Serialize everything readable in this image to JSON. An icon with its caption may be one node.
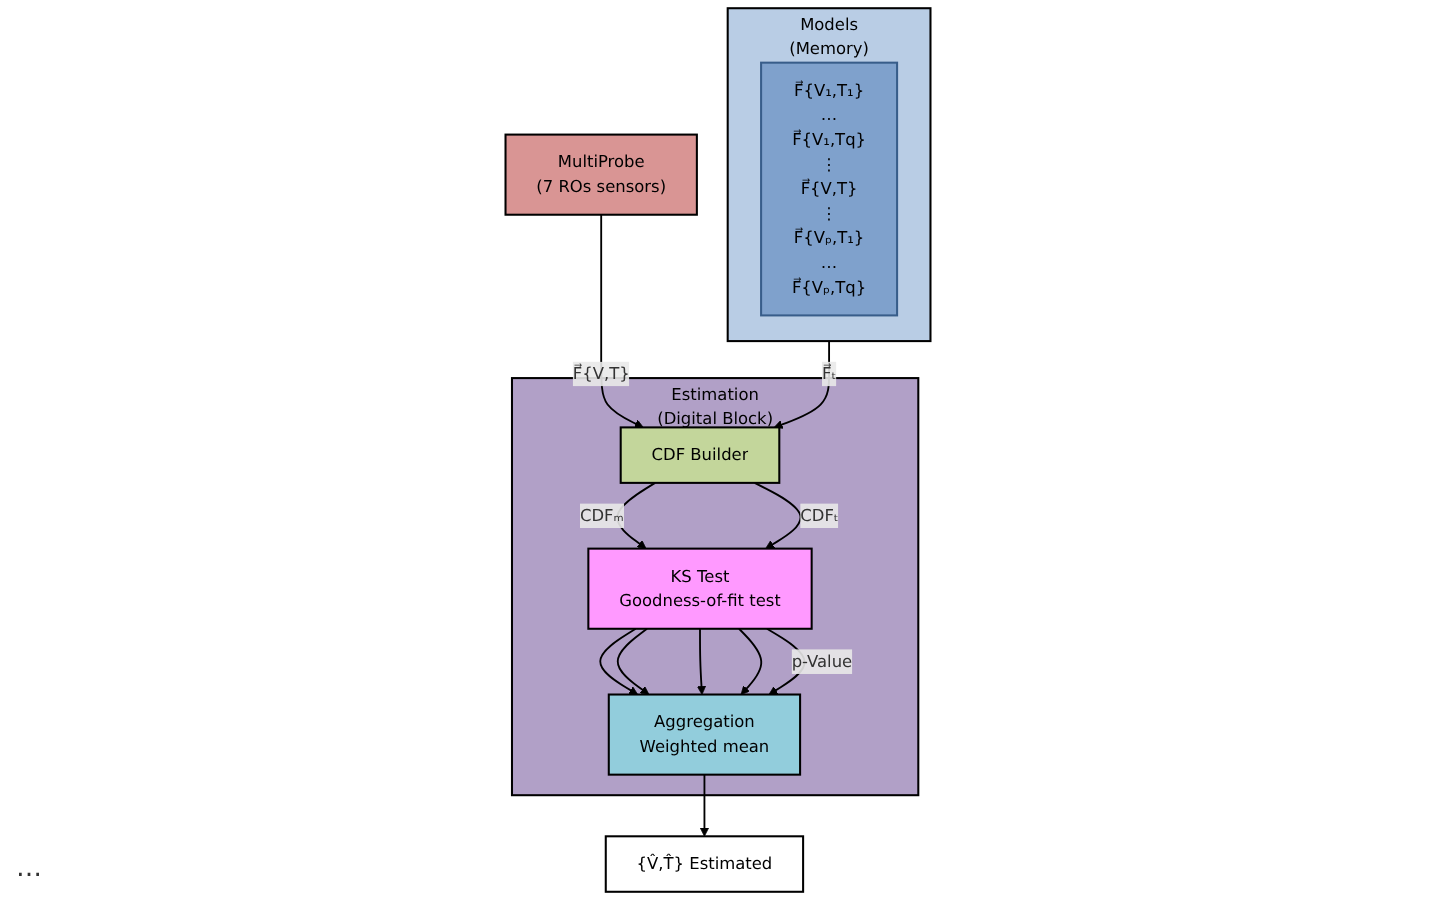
{
  "diagram": {
    "nodes": [
      {
        "text": [
          "Models",
          "(Memory)"
        ]
      },
      {
        "text": [
          "F⃗{V₁,T₁}",
          "…",
          "F⃗{V₁,Tq}",
          "⋮",
          "F⃗{V,T}",
          "⋮",
          "F⃗{Vₚ,T₁}",
          "…",
          "F⃗{Vₚ,Tq}"
        ],
        "in": 0
      },
      {
        "text": [
          "Estimation",
          "(Digital Block)"
        ]
      },
      {
        "text": [
          "CDF Builder"
        ],
        "in": 2
      },
      {
        "text": [
          "KS Test",
          "Goodness-of-fit test"
        ],
        "in": 2
      },
      {
        "text": [
          "Aggregation",
          "Weighted mean"
        ],
        "in": 2
      },
      {
        "text": [
          "MultiProbe",
          "(7 ROs sensors)"
        ]
      },
      {
        "text": [
          "{V̂,T̂} Estimated"
        ]
      }
    ],
    "edges": [
      {
        "from": 0,
        "to": 3,
        "arrow": "to",
        "label": "F⃗ₜ"
      },
      {
        "from": 6,
        "to": 3,
        "arrow": "to",
        "label": "F⃗{V,T}"
      },
      {
        "from": 3,
        "to": 4,
        "arrow": "to",
        "label": "CDFₘ"
      },
      {
        "from": 3,
        "to": 4,
        "arrow": "to",
        "label": "CDFₜ"
      },
      {
        "from": 4,
        "to": 5,
        "arrow": "to"
      },
      {
        "from": 4,
        "to": 5,
        "arrow": "to"
      },
      {
        "from": 4,
        "to": 5,
        "arrow": "to"
      },
      {
        "from": 4,
        "to": 5,
        "arrow": "to"
      },
      {
        "from": 4,
        "to": 5,
        "arrow": "to",
        "label": "p-Value"
      },
      {
        "from": 5,
        "to": 7,
        "arrow": "to"
      }
    ],
    "labels": [
      "…"
    ]
  }
}
